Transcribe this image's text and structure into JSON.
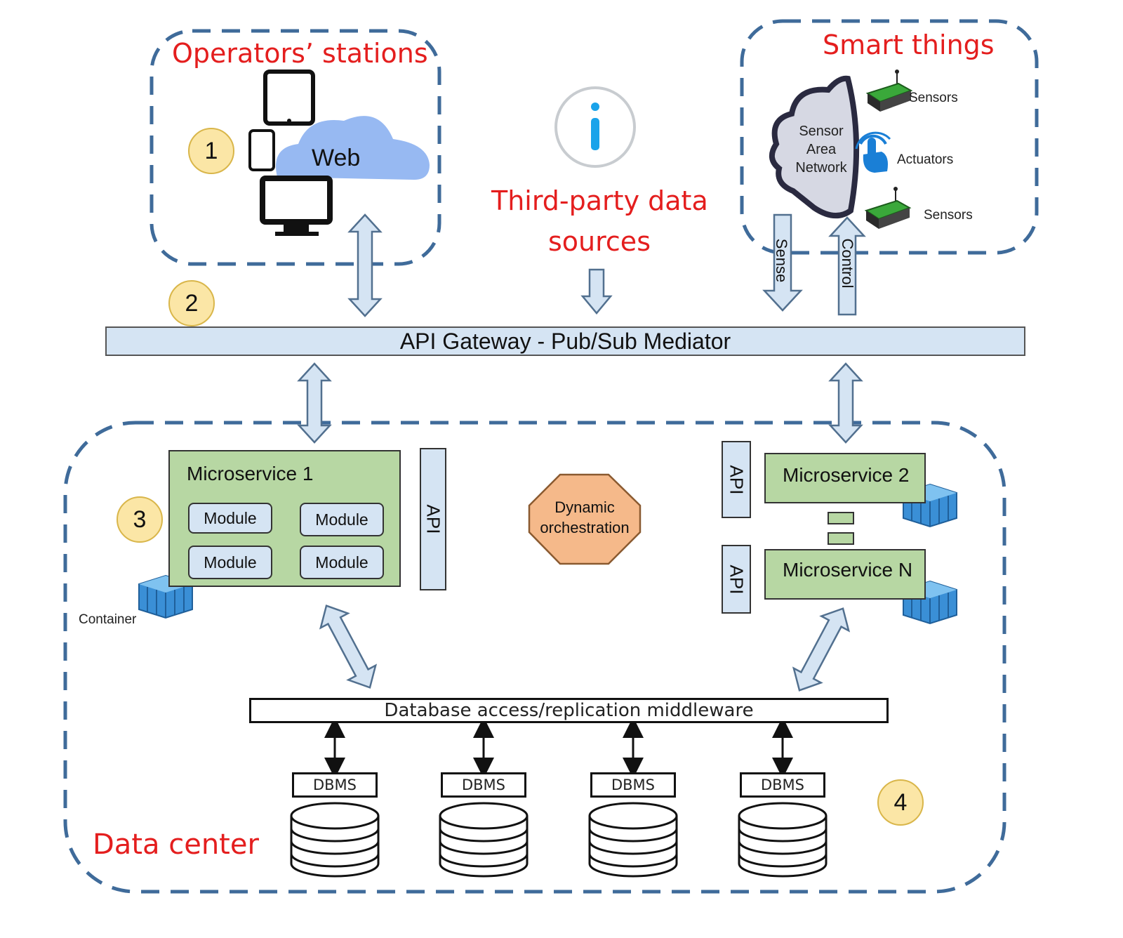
{
  "regions": {
    "operators": "Operators’ stations",
    "smart_things": "Smart things",
    "third_party_line1": "Third-party data",
    "third_party_line2": "sources",
    "data_center": "Data center"
  },
  "badges": [
    "1",
    "2",
    "3",
    "4"
  ],
  "web_label": "Web",
  "sensor_network": {
    "line1": "Sensor",
    "line2": "Area",
    "line3": "Network"
  },
  "devices": {
    "sensors_top": "Sensors",
    "actuators": "Actuators",
    "sensors_bottom": "Sensors"
  },
  "flows": {
    "sense": "Sense",
    "control": "Control"
  },
  "gateway_label": "API Gateway - Pub/Sub Mediator",
  "microservice1": {
    "title": "Microservice 1",
    "modules": [
      "Module",
      "Module",
      "Module",
      "Module"
    ],
    "container_label": "Container"
  },
  "api_label": "API",
  "orchestration": {
    "line1": "Dynamic",
    "line2": "orchestration"
  },
  "microservice2": "Microservice 2",
  "microserviceN": "Microservice N",
  "middleware_label": "Database access/replication middleware",
  "dbms": [
    "DBMS",
    "DBMS",
    "DBMS",
    "DBMS"
  ],
  "colors": {
    "dash_border": "#3f6b9a",
    "label_red": "#e41e1e",
    "arrow_fill": "#d5e4f3",
    "microservice_fill": "#b7d7a3",
    "badge_fill": "#fbe6a6",
    "orchestration_fill": "#f5b98a",
    "cloud_fill": "#97b9f2"
  },
  "icons": [
    "tablet-icon",
    "phone-icon",
    "monitor-icon",
    "cloud-icon",
    "info-icon",
    "sensor-icon",
    "touch-icon",
    "container-icon",
    "database-icon"
  ]
}
